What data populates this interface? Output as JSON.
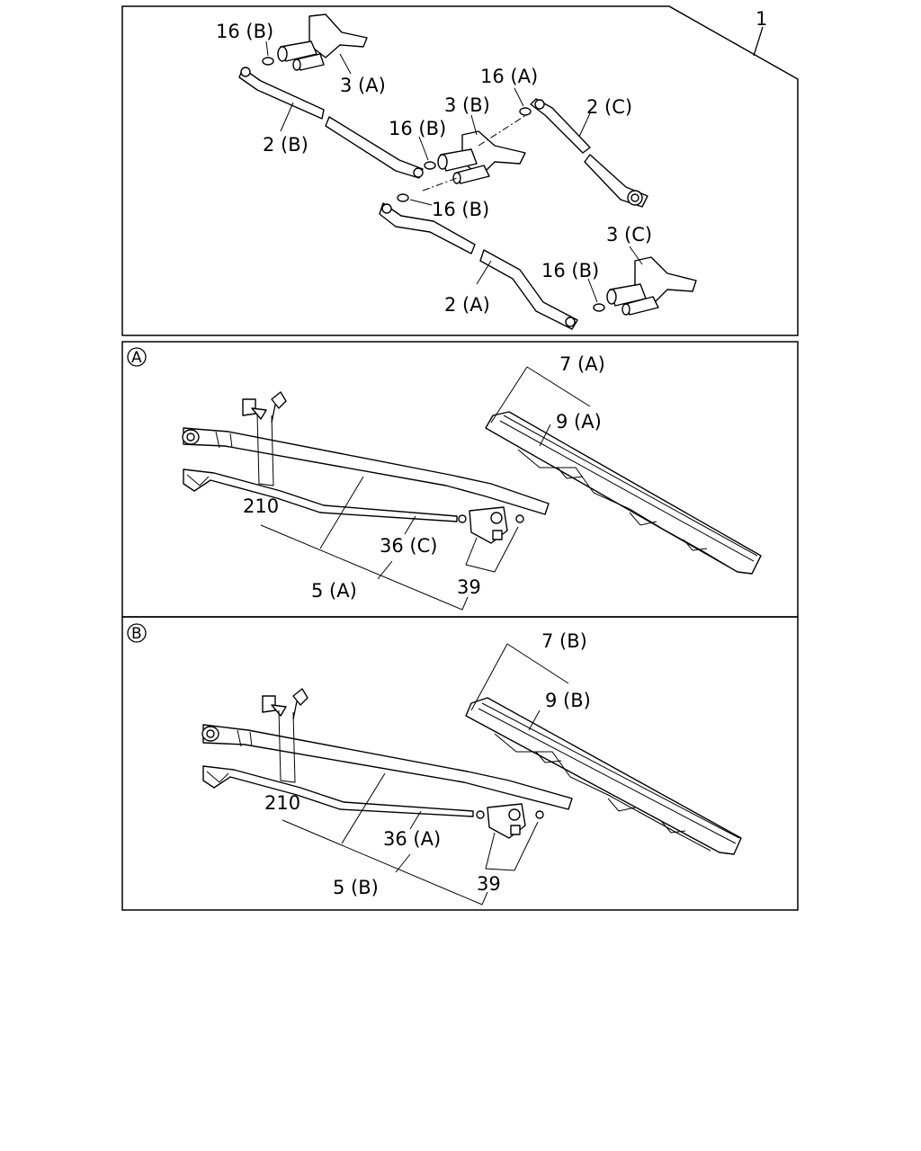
{
  "panels": {
    "top": {
      "labels": {
        "assembly": "1",
        "washer_16b_1": "16 (B)",
        "motor_3a": "3 (A)",
        "link_2b": "2 (B)",
        "washer_16a": "16 (A)",
        "motor_3b": "3 (B)",
        "washer_16b_2": "16 (B)",
        "link_2c": "2 (C)",
        "washer_16b_3": "16 (B)",
        "motor_3c": "3 (C)",
        "washer_16b_4": "16 (B)",
        "link_2a": "2 (A)"
      }
    },
    "a": {
      "marker": "A",
      "labels": {
        "blade_7": "7 (A)",
        "rubber_9": "9 (A)",
        "screw_210": "210",
        "rod_36": "36 (C)",
        "clip_39": "39",
        "arm_5": "5 (A)"
      }
    },
    "b": {
      "marker": "B",
      "labels": {
        "blade_7": "7 (B)",
        "rubber_9": "9 (B)",
        "screw_210": "210",
        "rod_36": "36 (A)",
        "clip_39": "39",
        "arm_5": "5 (B)"
      }
    }
  }
}
